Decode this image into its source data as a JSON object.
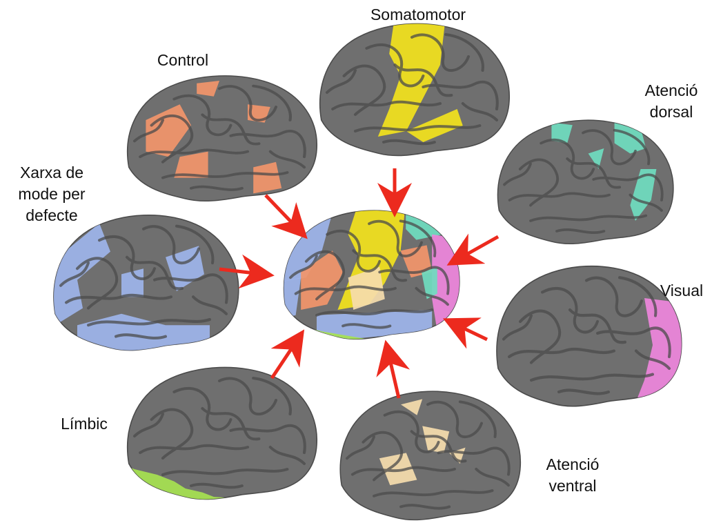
{
  "networks": {
    "control": {
      "lines": [
        "Control"
      ],
      "color": "#f2956a"
    },
    "somatomotor": {
      "lines": [
        "Somatomotor"
      ],
      "color": "#f2e21c"
    },
    "dorsal": {
      "lines": [
        "Atenció",
        "dorsal"
      ],
      "color": "#6fdcbf"
    },
    "dmn": {
      "lines": [
        "Xarxa de",
        "mode per",
        "defecte"
      ],
      "color": "#9db4ea"
    },
    "visual": {
      "lines": [
        "Visual"
      ],
      "color": "#ee86dc"
    },
    "limbic": {
      "lines": [
        "Límbic"
      ],
      "color": "#a6e250"
    },
    "ventral": {
      "lines": [
        "Atenció",
        "ventral"
      ],
      "color": "#f5dcac"
    }
  },
  "colors": {
    "cortex": "#6f6f6f",
    "cortex_dark": "#4b4b4b",
    "arrow": "#ec2a1e",
    "background": "#ffffff"
  }
}
